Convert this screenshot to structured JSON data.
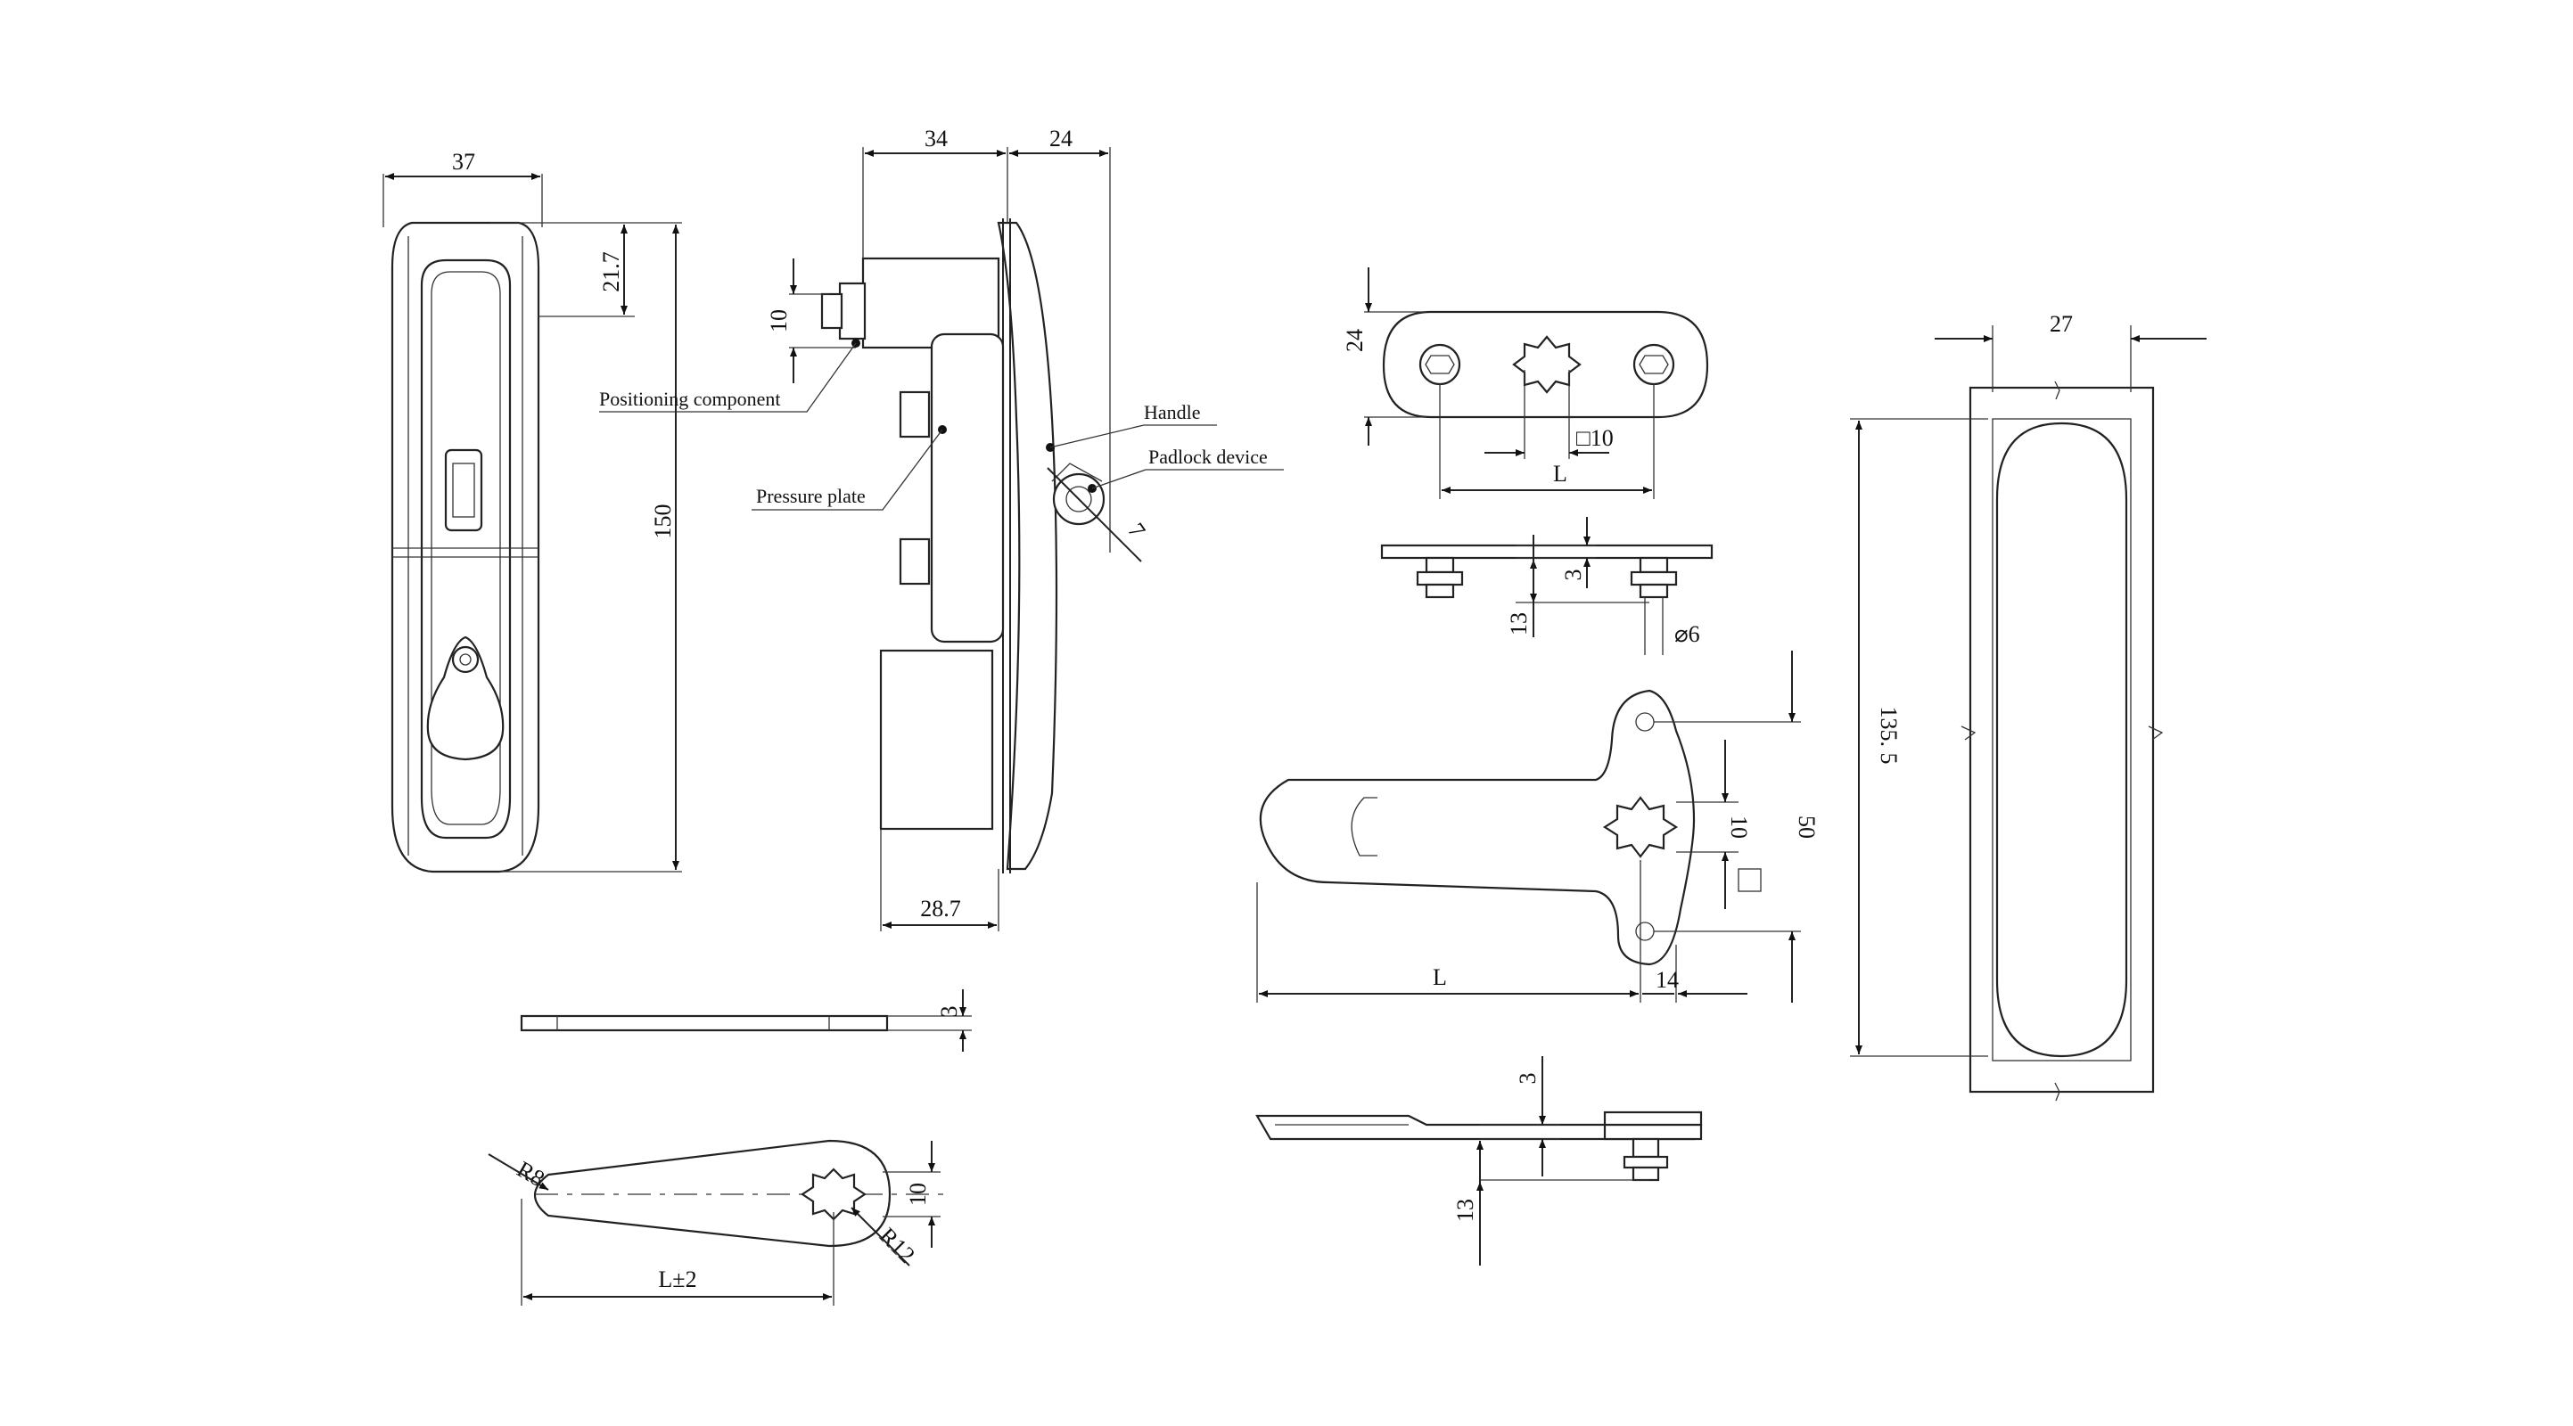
{
  "drawing_title": "Cabinet swing handle lock technical drawing",
  "dimensions": {
    "front_width": "37",
    "side_depth_a": "34",
    "side_depth_b": "24",
    "top_offset": "21.7",
    "total_height": "150",
    "positioning_height": "10",
    "base_depth": "28.7",
    "cam_thickness": "3",
    "cam_radius_small": "R8",
    "cam_radius_large": "R12",
    "cam_width": "10",
    "cam_length": "L±2",
    "bar_height": "24",
    "bar_square": "□10",
    "bar_length": "L",
    "bar_thickness": "3",
    "bar_stud": "13",
    "bar_hole": "⌀6",
    "tcam_square_w": "10",
    "tcam_height": "50",
    "tcam_length": "L",
    "tcam_offset": "14",
    "tcam_thickness": "3",
    "tcam_stud": "13",
    "cutout_width": "27",
    "cutout_height": "135. 5",
    "padlock_dia": "7"
  },
  "labels": {
    "positioning": "Positioning component",
    "pressure": "Pressure plate",
    "handle": "Handle",
    "padlock": "Padlock device"
  }
}
